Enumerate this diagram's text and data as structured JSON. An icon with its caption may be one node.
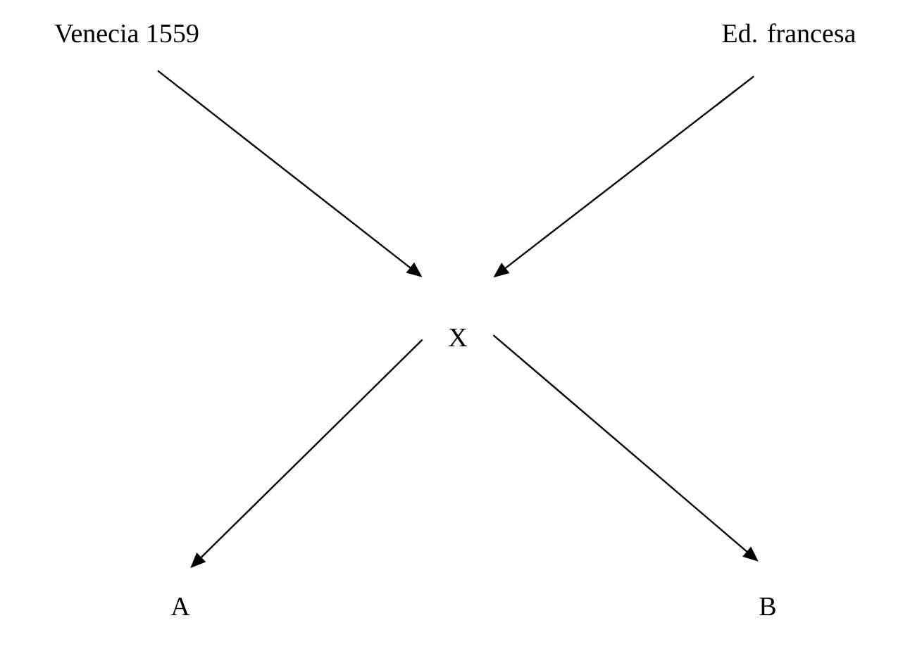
{
  "diagram": {
    "nodes": [
      {
        "text": [
          "Venecia 1559"
        ]
      },
      {
        "text": [
          "Ed. francesa"
        ]
      },
      {
        "text": [
          "X"
        ]
      },
      {
        "text": [
          "A"
        ]
      },
      {
        "text": [
          "B"
        ]
      }
    ],
    "edges": [
      {
        "from": 0,
        "to": 2,
        "arrow": "to"
      },
      {
        "from": 1,
        "to": 2,
        "arrow": "to"
      },
      {
        "from": 2,
        "to": 3,
        "arrow": "to"
      },
      {
        "from": 2,
        "to": 4,
        "arrow": "to"
      }
    ]
  }
}
